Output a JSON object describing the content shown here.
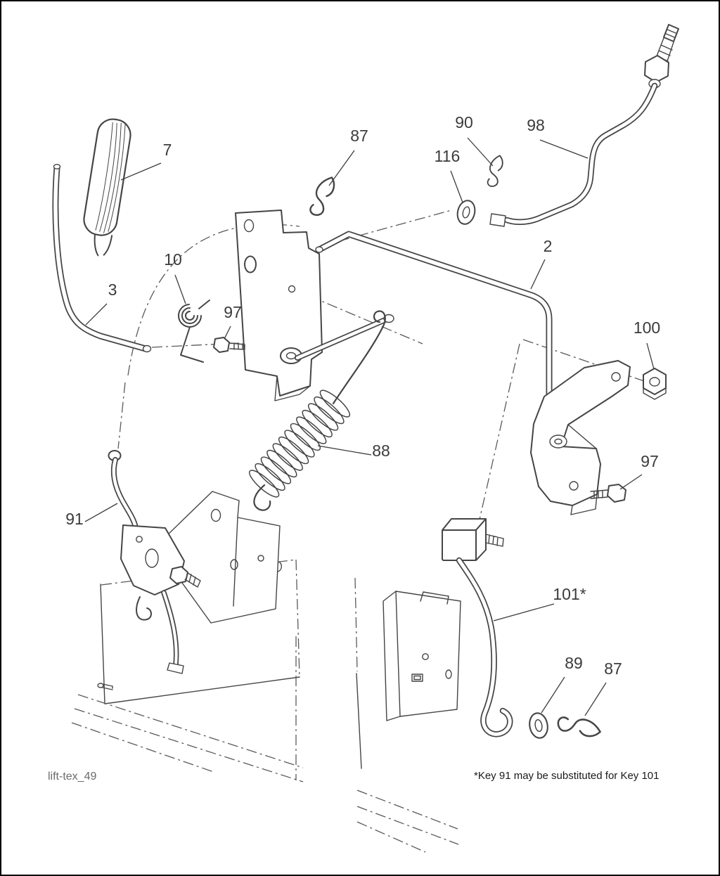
{
  "page": {
    "bg": "#ffffff",
    "border_color": "#000000",
    "line_color": "#454545",
    "label_color": "#3b3b3b"
  },
  "diagram": {
    "drawing_id": "lift-tex_49",
    "footnote": "*Key 91 may be substituted for Key 101",
    "callouts": [
      {
        "key": "7"
      },
      {
        "key": "87"
      },
      {
        "key": "90"
      },
      {
        "key": "98"
      },
      {
        "key": "116"
      },
      {
        "key": "2"
      },
      {
        "key": "10"
      },
      {
        "key": "3"
      },
      {
        "key": "97"
      },
      {
        "key": "100"
      },
      {
        "key": "88"
      },
      {
        "key": "97"
      },
      {
        "key": "91"
      },
      {
        "key": "101*"
      },
      {
        "key": "89"
      },
      {
        "key": "87"
      }
    ]
  }
}
